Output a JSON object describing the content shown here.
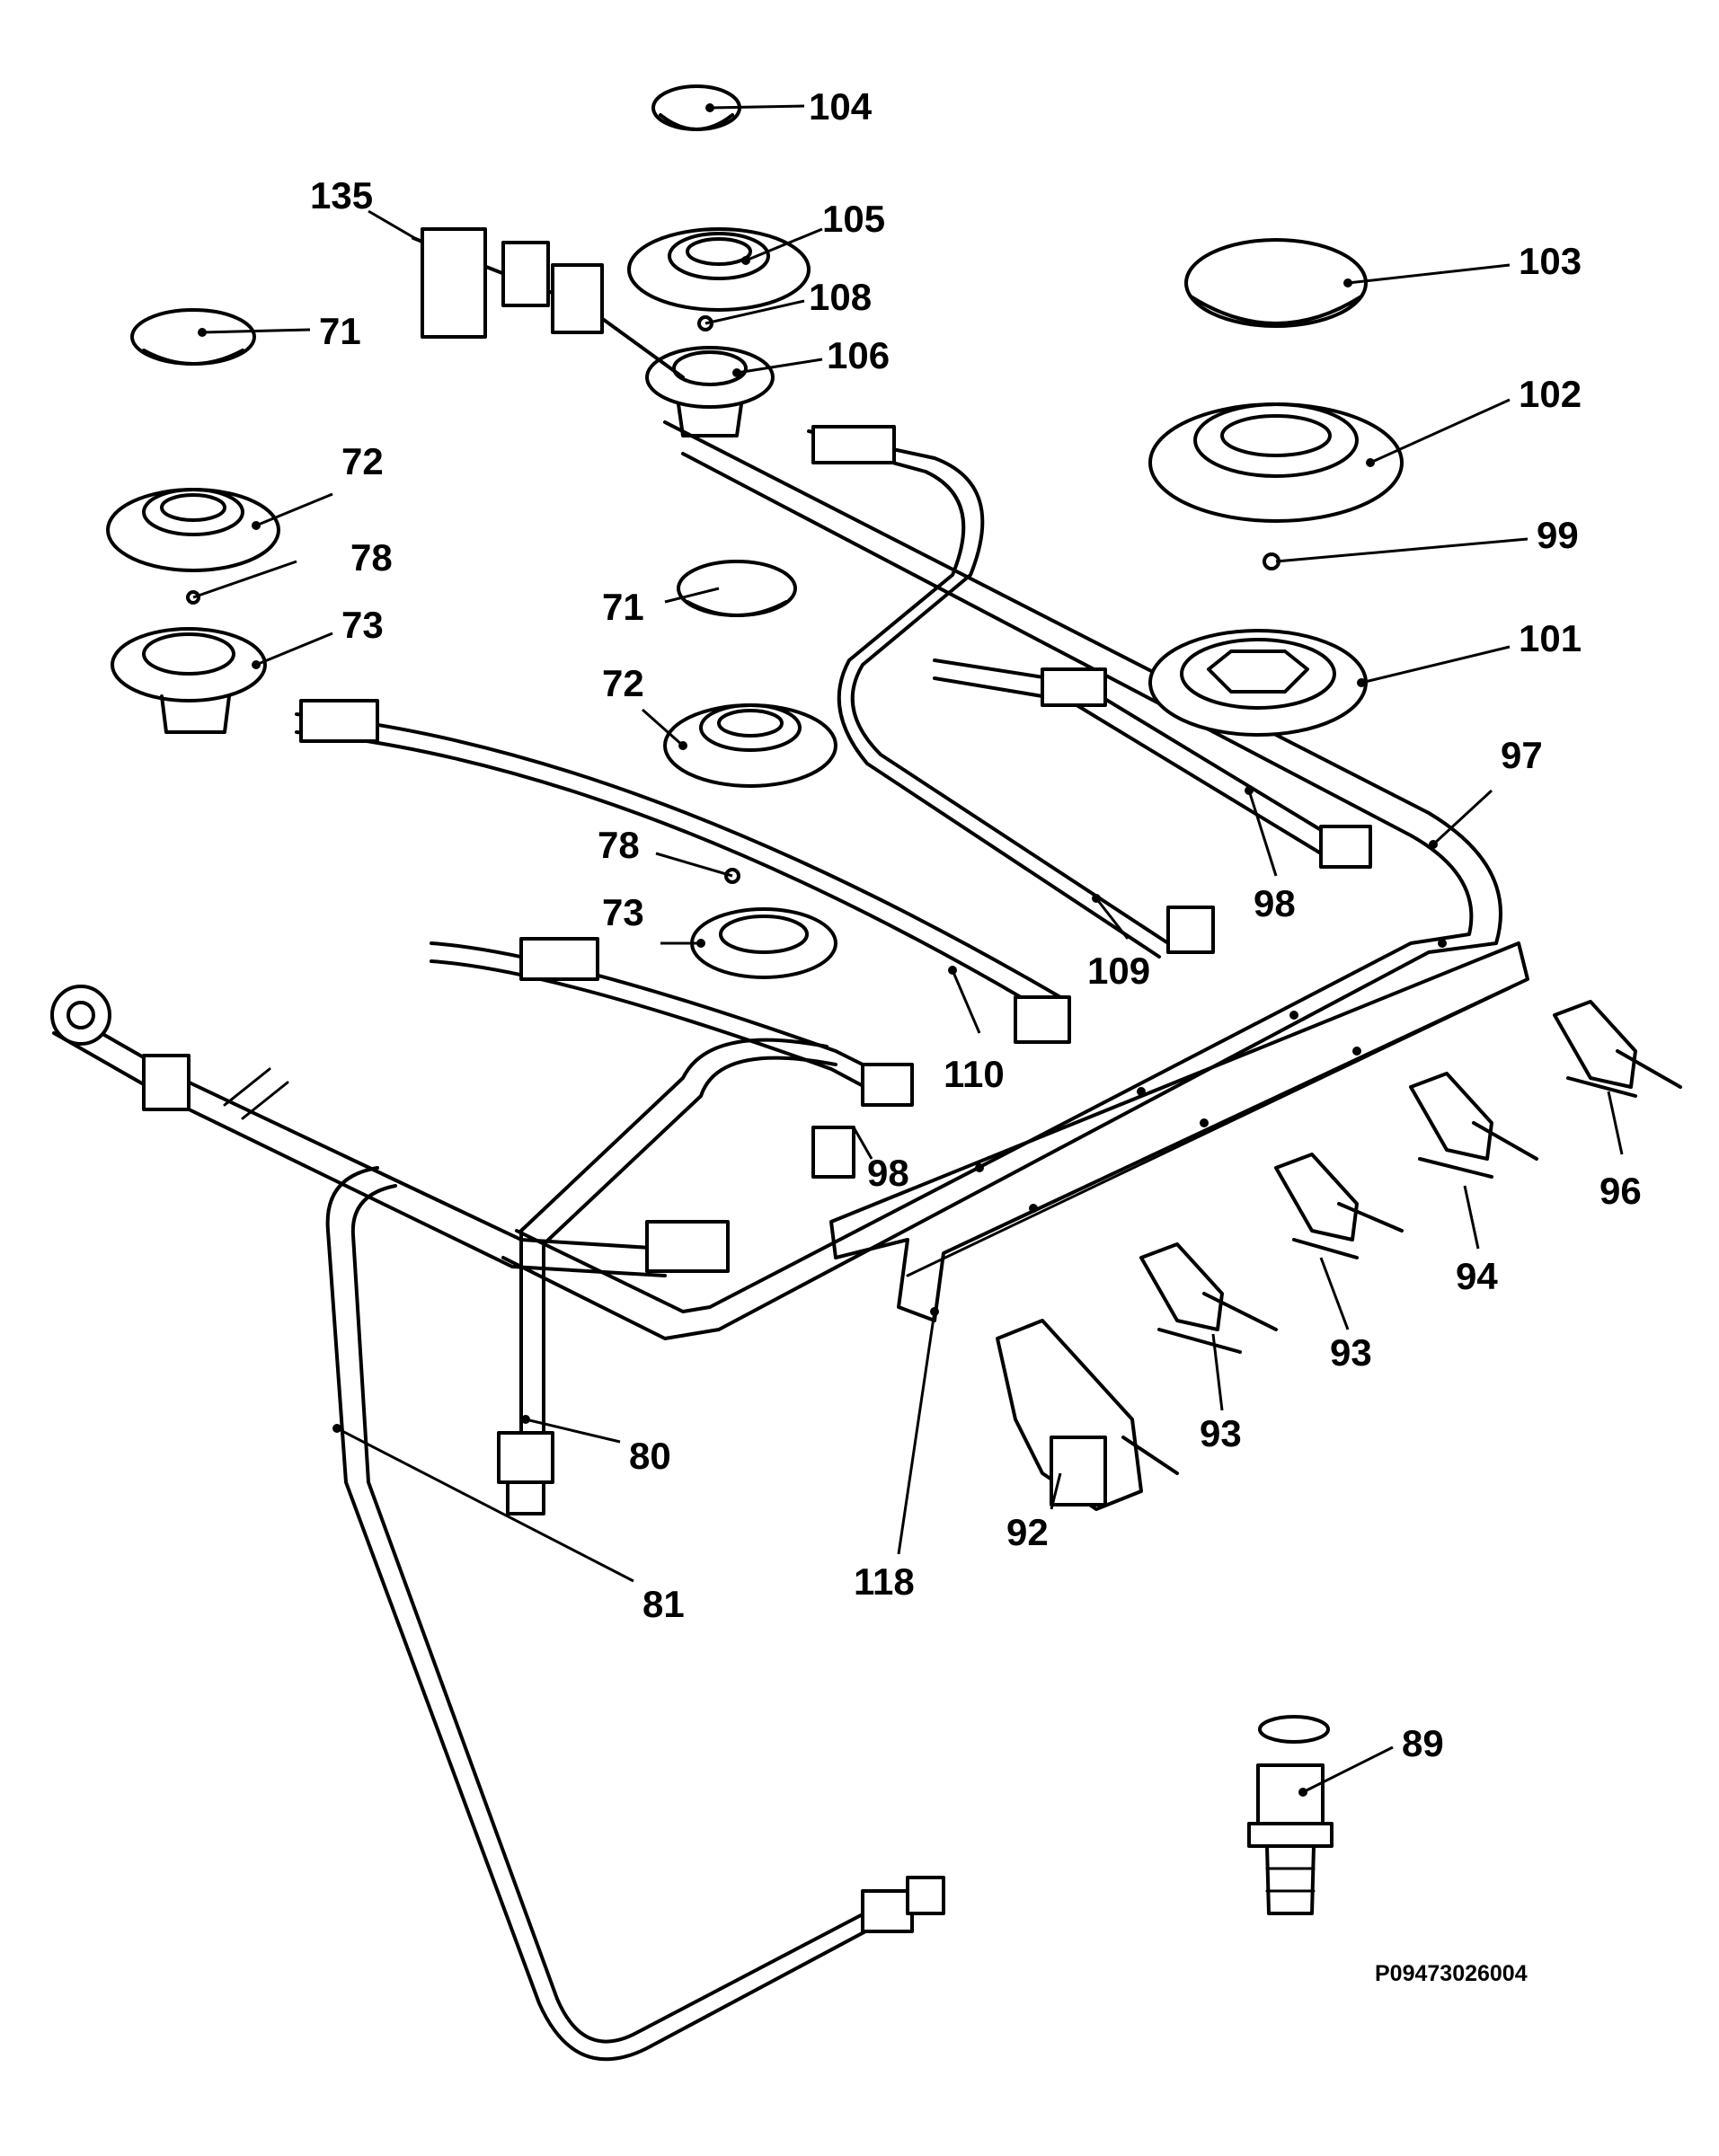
{
  "drawing_code": "P09473026004",
  "callouts": {
    "c104": "104",
    "c135": "135",
    "c105": "105",
    "c103": "103",
    "c108": "108",
    "c71a": "71",
    "c106": "106",
    "c102": "102",
    "c72a": "72",
    "c78a": "78",
    "c99": "99",
    "c71b": "71",
    "c73a": "73",
    "c101": "101",
    "c72b": "72",
    "c97": "97",
    "c78b": "78",
    "c98a": "98",
    "c73b": "73",
    "c109": "109",
    "c110": "110",
    "c98b": "98",
    "c96": "96",
    "c94": "94",
    "c93a": "93",
    "c80": "80",
    "c93b": "93",
    "c92": "92",
    "c81": "81",
    "c118": "118",
    "c89": "89"
  }
}
